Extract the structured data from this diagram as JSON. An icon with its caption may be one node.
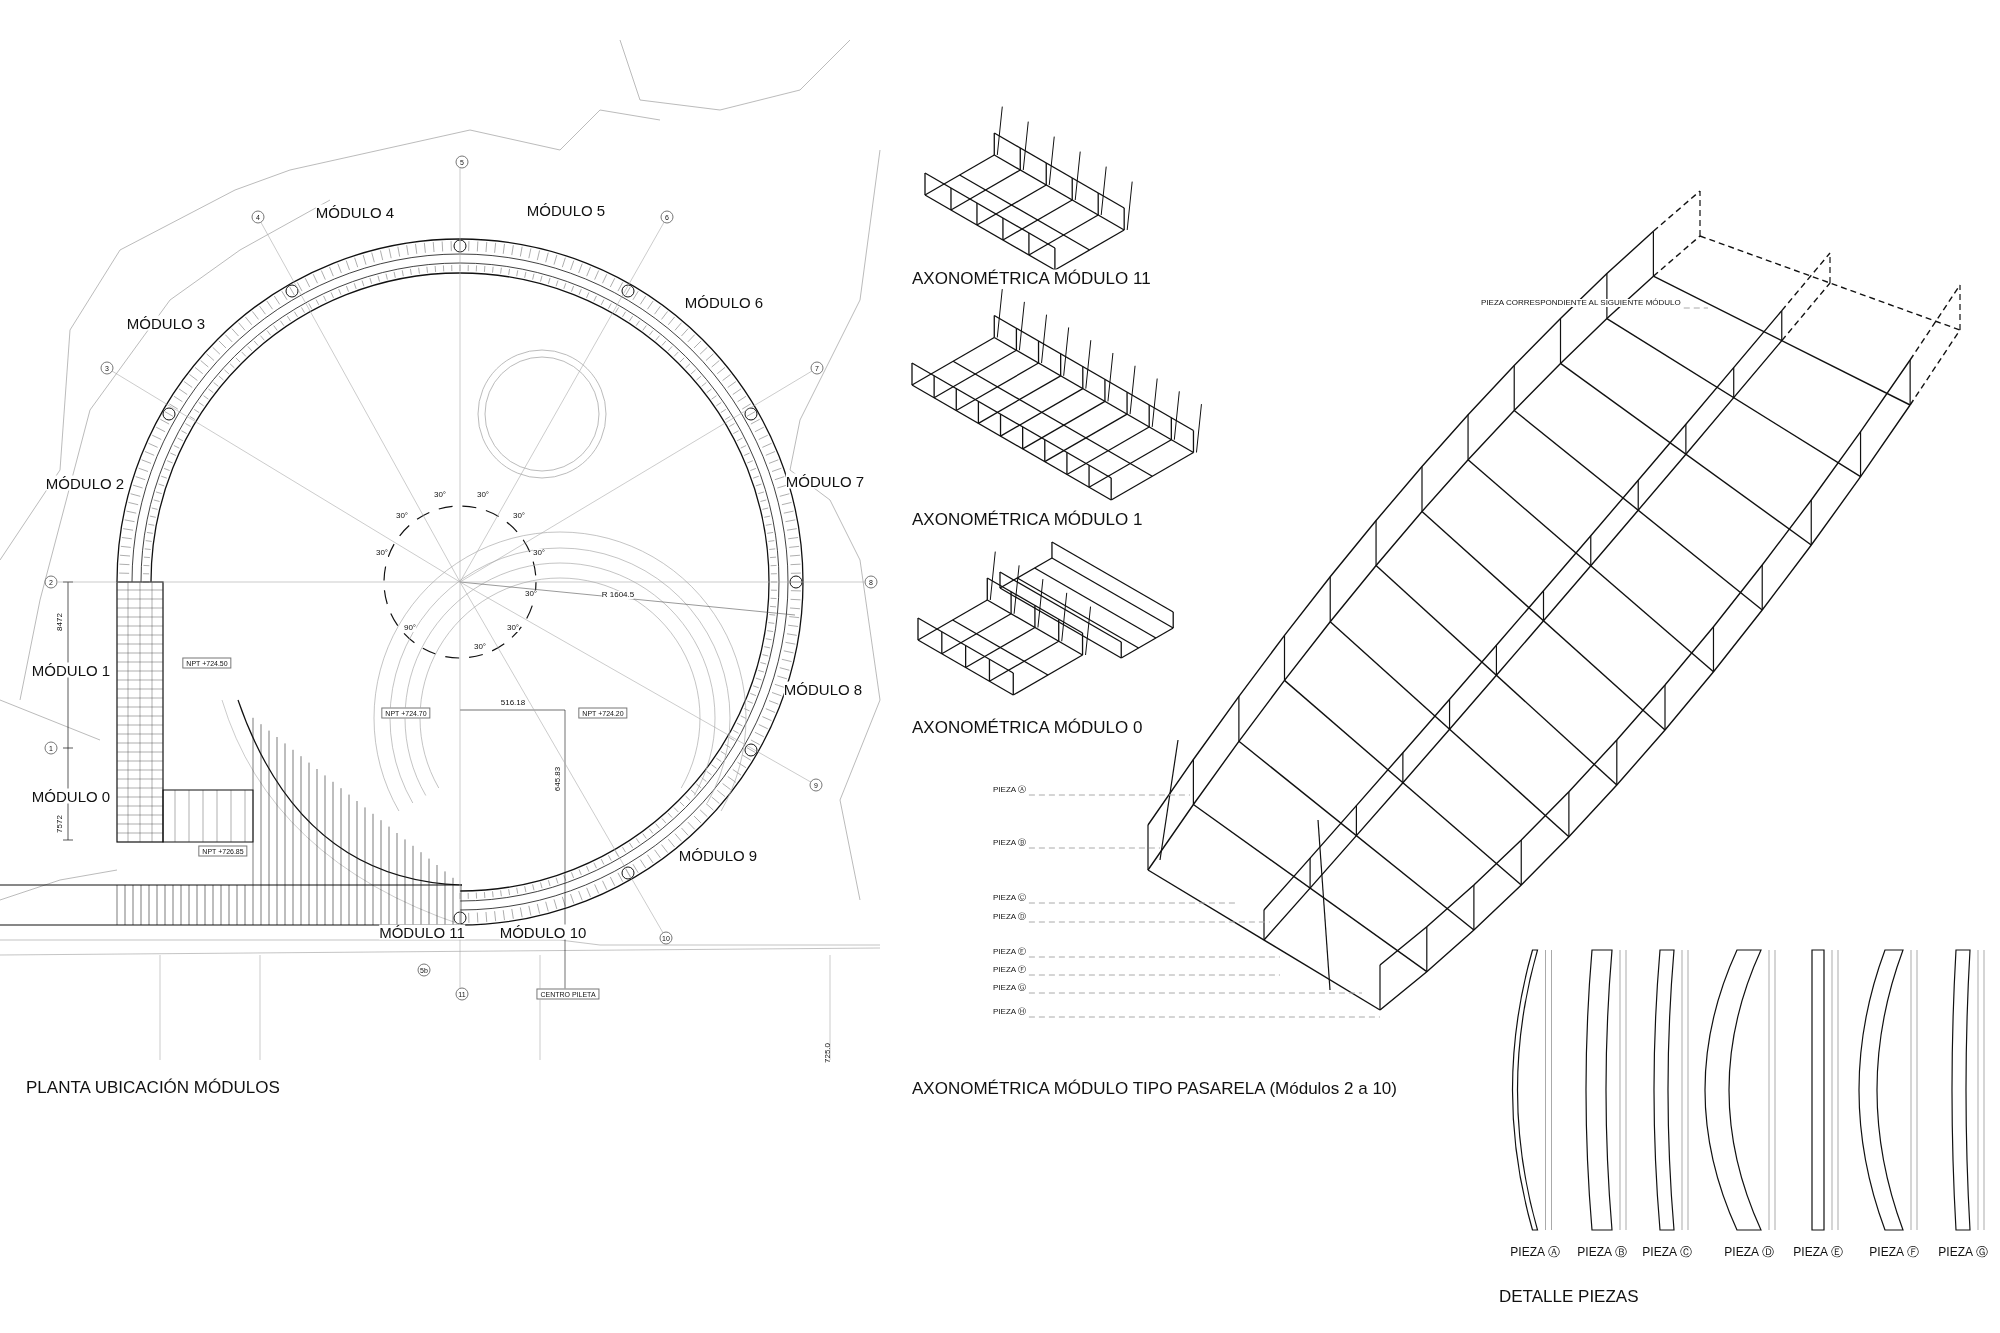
{
  "diagram": {
    "nodes": [
      {
        "text": [
          "PIEZA CORRESPONDIENTE AL SIGUIENTE MÓDULO"
        ]
      },
      {
        "text": [
          "PIEZA Ⓐ"
        ]
      },
      {
        "text": [
          "PIEZA Ⓑ"
        ]
      },
      {
        "text": [
          "PIEZA Ⓒ"
        ]
      },
      {
        "text": [
          "PIEZA Ⓓ"
        ]
      },
      {
        "text": [
          "PIEZA Ⓔ"
        ]
      },
      {
        "text": [
          "PIEZA Ⓕ"
        ]
      },
      {
        "text": [
          "PIEZA Ⓖ"
        ]
      },
      {
        "text": [
          "PIEZA Ⓗ"
        ]
      }
    ],
    "edges": [
      {
        "from": 0,
        "to": null,
        "arrow": "none",
        "style": "dashed"
      },
      {
        "from": 1,
        "to": null,
        "arrow": "none",
        "style": "dashed"
      },
      {
        "from": 2,
        "to": null,
        "arrow": "none",
        "style": "dashed"
      },
      {
        "from": 3,
        "to": null,
        "arrow": "none",
        "style": "dashed"
      },
      {
        "from": 4,
        "to": null,
        "arrow": "none",
        "style": "dashed"
      },
      {
        "from": 5,
        "to": null,
        "arrow": "none",
        "style": "dashed"
      },
      {
        "from": 6,
        "to": null,
        "arrow": "none",
        "style": "dashed"
      },
      {
        "from": 7,
        "to": null,
        "arrow": "none",
        "style": "dashed"
      },
      {
        "from": 8,
        "to": null,
        "arrow": "none",
        "style": "dashed"
      }
    ],
    "labels": [
      "5",
      "MÓDULO 4",
      "MÓDULO 5",
      "4",
      "6",
      "AXONOMÉTRICA MÓDULO 11",
      "MÓDULO 6",
      "MÓDULO 3",
      "3",
      "7",
      "MÓDULO 2",
      "MÓDULO 7",
      "AXONOMÉTRICA MÓDULO 1",
      "30°",
      "30°",
      "30°",
      "30°",
      "30°",
      "30°",
      "30°",
      "90°",
      "30°",
      "30°",
      "2",
      "8",
      "R 1604.5",
      "8472",
      "NPT +724.50",
      "MÓDULO 1",
      "MÓDULO 8",
      "516.18",
      "NPT +724.70",
      "NPT +724.20",
      "AXONOMÉTRICA MÓDULO 0",
      "1",
      "645.83",
      "9",
      "MÓDULO 0",
      "7572",
      "NPT +726.85",
      "MÓDULO 9",
      "MÓDULO 11",
      "MÓDULO 10",
      "10",
      "5b",
      "11",
      "CENTRO PILETA",
      "725.0",
      "PLANTA UBICACIÓN MÓDULOS",
      "AXONOMÉTRICA MÓDULO TIPO PASARELA (Módulos 2 a 10)",
      "PIEZA Ⓐ",
      "PIEZA Ⓑ",
      "PIEZA Ⓒ",
      "PIEZA Ⓓ",
      "PIEZA Ⓔ",
      "PIEZA Ⓕ",
      "PIEZA Ⓖ",
      "DETALLE PIEZAS"
    ]
  }
}
